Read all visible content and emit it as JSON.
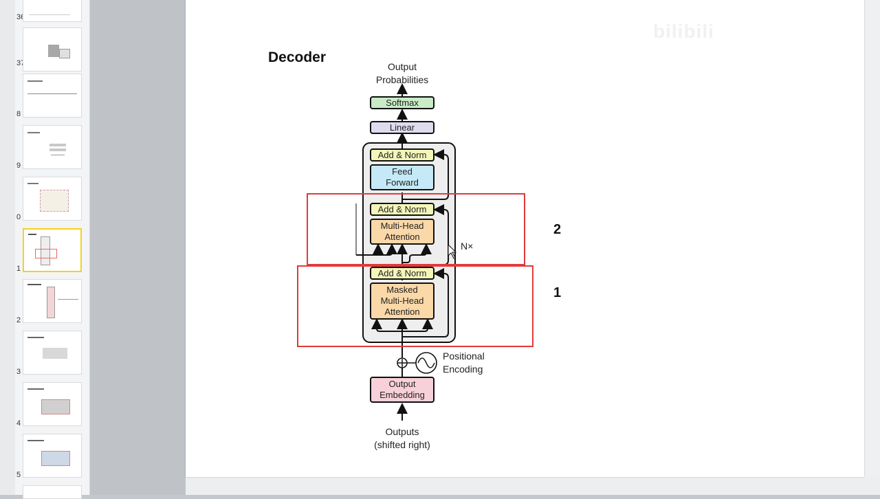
{
  "slide_panel": {
    "slide_numbers": [
      "36",
      "37",
      "8",
      "9",
      "0",
      "1",
      "2",
      "3",
      "4",
      "5"
    ]
  },
  "slide": {
    "title": "Decoder",
    "watermark": "bilibili",
    "diagram": {
      "output_probabilities": [
        "Output",
        "Probabilities"
      ],
      "softmax": "Softmax",
      "linear": "Linear",
      "add_norm": "Add & Norm",
      "feed_forward": [
        "Feed",
        "Forward"
      ],
      "multi_head_attention": [
        "Multi-Head",
        "Attention"
      ],
      "masked_multi_head_attention": [
        "Masked",
        "Multi-Head",
        "Attention"
      ],
      "nx": "N×",
      "positional_encoding": [
        "Positional",
        "Encoding"
      ],
      "output_embedding": [
        "Output",
        "Embedding"
      ],
      "outputs": [
        "Outputs",
        "(shifted right)"
      ]
    },
    "annotations": {
      "label_2": "2",
      "label_1": "1"
    },
    "colors": {
      "softmax": "#c9ecc6",
      "linear": "#dcdcee",
      "add_norm": "#f3f6b8",
      "feed_forward": "#c5e9f6",
      "attention": "#fbd8a8",
      "embedding": "#f8d0da",
      "block_bg": "#eeeeee",
      "highlight": "#e03a3a",
      "active_thumb": "#f3d21b"
    }
  }
}
